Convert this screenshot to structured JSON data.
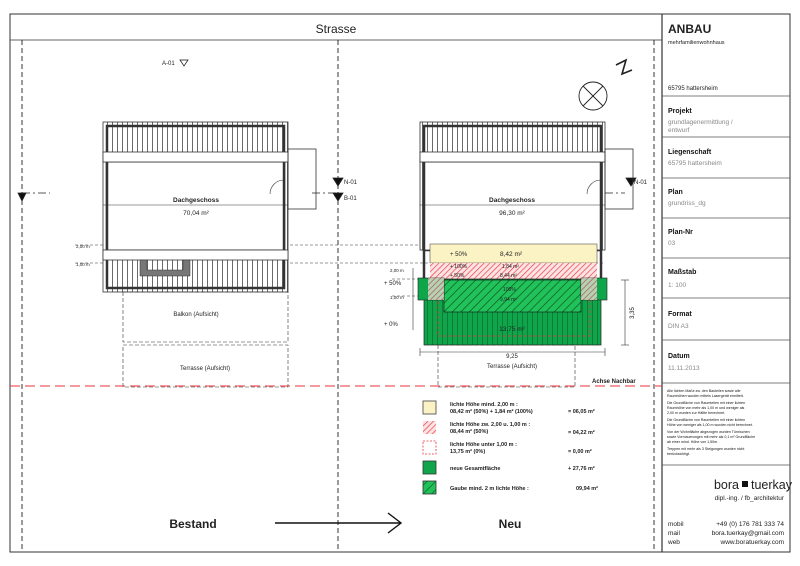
{
  "street": "Strasse",
  "markers": {
    "a01": "A-01",
    "n01": "N-01",
    "b01": "B-01",
    "n01_right": "N-01"
  },
  "bestand": {
    "room_name": "Dachgeschoss",
    "room_area": "70,04 m²",
    "level_200": "2,00 m",
    "level_100": "1,00 m",
    "balkon": "Balkon (Aufsicht)",
    "terrasse": "Terrasse (Aufsicht)",
    "caption": "Bestand"
  },
  "neu": {
    "room_name": "Dachgeschoss",
    "room_area": "96,30 m²",
    "level_200": "2,00 m",
    "level_100": "1,00 m",
    "pct_50a": "+ 50%",
    "pct_100": "+ 100%",
    "pct_50b": "+ 50%",
    "pct_50_side": "+ 50%",
    "pct_0_side": "+ 0%",
    "area_yellow": "8,42 m²",
    "area_100": "1,84 m²",
    "area_red": "8,44 m²",
    "area_gaube_pct": "100%",
    "area_gaube": "9,94 m²",
    "area_green": "13,75 m²",
    "dim_width": "9,25",
    "dim_depth": "3,35",
    "terrasse": "Terrasse (Aufsicht)",
    "caption": "Neu"
  },
  "achse_label": "Achse Nachbar",
  "legend": [
    {
      "line1": "lichte Höhe mind. 2,00 m :",
      "line2": "08,42 m² (50%) + 1,84 m² (100%)",
      "value": "= 06,05 m²"
    },
    {
      "line1": "lichte Höhe zw. 2,00 u. 1,00 m :",
      "line2": "08,44 m² (50%)",
      "value": "= 04,22 m²"
    },
    {
      "line1": "lichte Höhe unter 1,00 m :",
      "line2": "13,75 m² (0%)",
      "value": "= 0,00 m²"
    },
    {
      "line1": "neue Gesamtfläche",
      "line2": "",
      "value": "+ 27,76 m²"
    },
    {
      "line1": "Gaube mind. 2 m lichte Höhe :",
      "line2": "",
      "value": "09,94 m²"
    }
  ],
  "title_block": {
    "title": "ANBAU",
    "subtitle": "mehrfamilienwohnhaus",
    "location": "65795 hattersheim",
    "fields": [
      {
        "label": "Projekt",
        "value": "grundlagenermittlung /",
        "value2": "entwurf"
      },
      {
        "label": "Liegenschaft",
        "value": "65795 hattersheim",
        "value2": ""
      },
      {
        "label": "Plan",
        "value": "grundriss_dg",
        "value2": ""
      },
      {
        "label": "Plan-Nr",
        "value": "03",
        "value2": ""
      },
      {
        "label": "Maßstab",
        "value": "1: 100",
        "value2": ""
      },
      {
        "label": "Format",
        "value": "DIN A3",
        "value2": ""
      },
      {
        "label": "Datum",
        "value": "11.11.2013",
        "value2": ""
      }
    ],
    "notes": [
      [
        "Alle lichten Maße zw. den Bauteilen sowie alle",
        "Raumhöhen wurden mittels Lasergerät ermittelt."
      ],
      [
        "Die Grundfläche von Raumteilen mit einer lichten",
        "Raumhöhe von mehr als 1,00 m und weniger als",
        "2,00 m wurden zur Hälfte berechnet."
      ],
      [
        "Die Grundfläche von Raumteilen mit einer lichten",
        "Höhe von weniger als 1,00 m wurden nicht berechnet."
      ],
      [
        "Von der Wohnfläche abgezogen wurden Türnischen",
        "sowie Vormauerungen mit mehr als 0,1 m² Grundfläche",
        "ab einer mind. Höhe von 1,50m."
      ],
      [
        "Treppen mit mehr als 3 Steigungen wurden nicht",
        "berücksichtigt."
      ]
    ],
    "brand_left": "bora",
    "brand_right": "tuerkay",
    "brand_sub": "dipl.-ing. / fb_architektur",
    "contact": [
      {
        "label": "mobil",
        "value": "+49 (0) 176 781 333 74"
      },
      {
        "label": "mail",
        "value": "bora.tuerkay@gmail.com"
      },
      {
        "label": "web",
        "value": "www.boratuerkay.com"
      }
    ]
  },
  "colors": {
    "yellow": "#fbf3c4",
    "red": "#e8333a",
    "green": "#0fa64b",
    "neu_caption": "#1a9a3a"
  }
}
